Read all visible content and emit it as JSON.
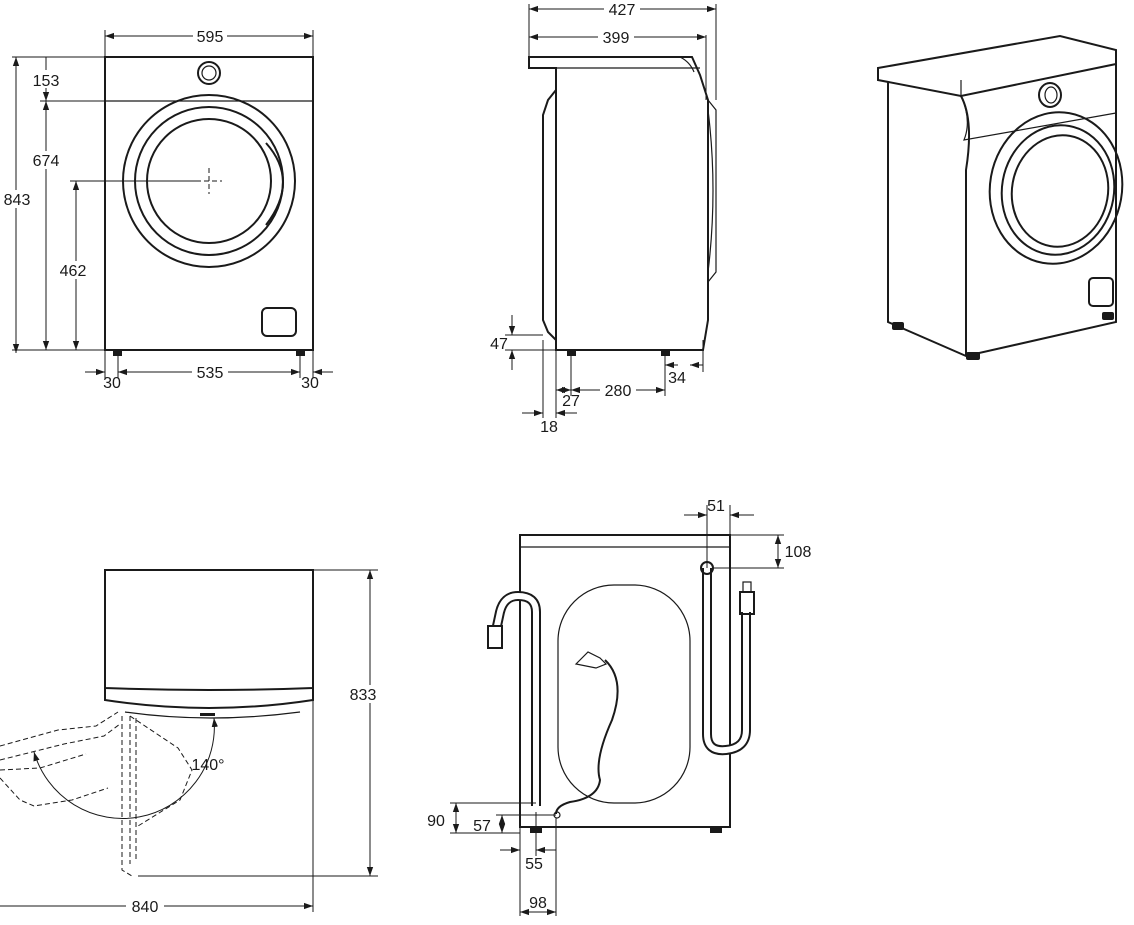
{
  "front_view": {
    "width": "595",
    "top_panel_height": "153",
    "door_center_height": "674",
    "total_height": "843",
    "door_bottom_height": "462",
    "feet_span": "535",
    "left_foot_offset": "30",
    "right_foot_offset": "30"
  },
  "side_view": {
    "total_depth": "427",
    "body_depth": "399",
    "foot_height": "47",
    "front_foot_offset": "27",
    "door_protrusion": "18",
    "feet_span": "280",
    "rear_foot_offset": "34"
  },
  "plan_view": {
    "height": "833",
    "door_swing_depth": "840",
    "door_opening_angle": "140°"
  },
  "rear_view": {
    "inlet_offset": "51",
    "inlet_height_from_top": "108",
    "drain_height": "90",
    "drain_outlet_height": "57",
    "drain_offset": "55",
    "drain_spacing": "98"
  },
  "colors": {
    "line": "#1a1a1a",
    "background": "#ffffff"
  }
}
